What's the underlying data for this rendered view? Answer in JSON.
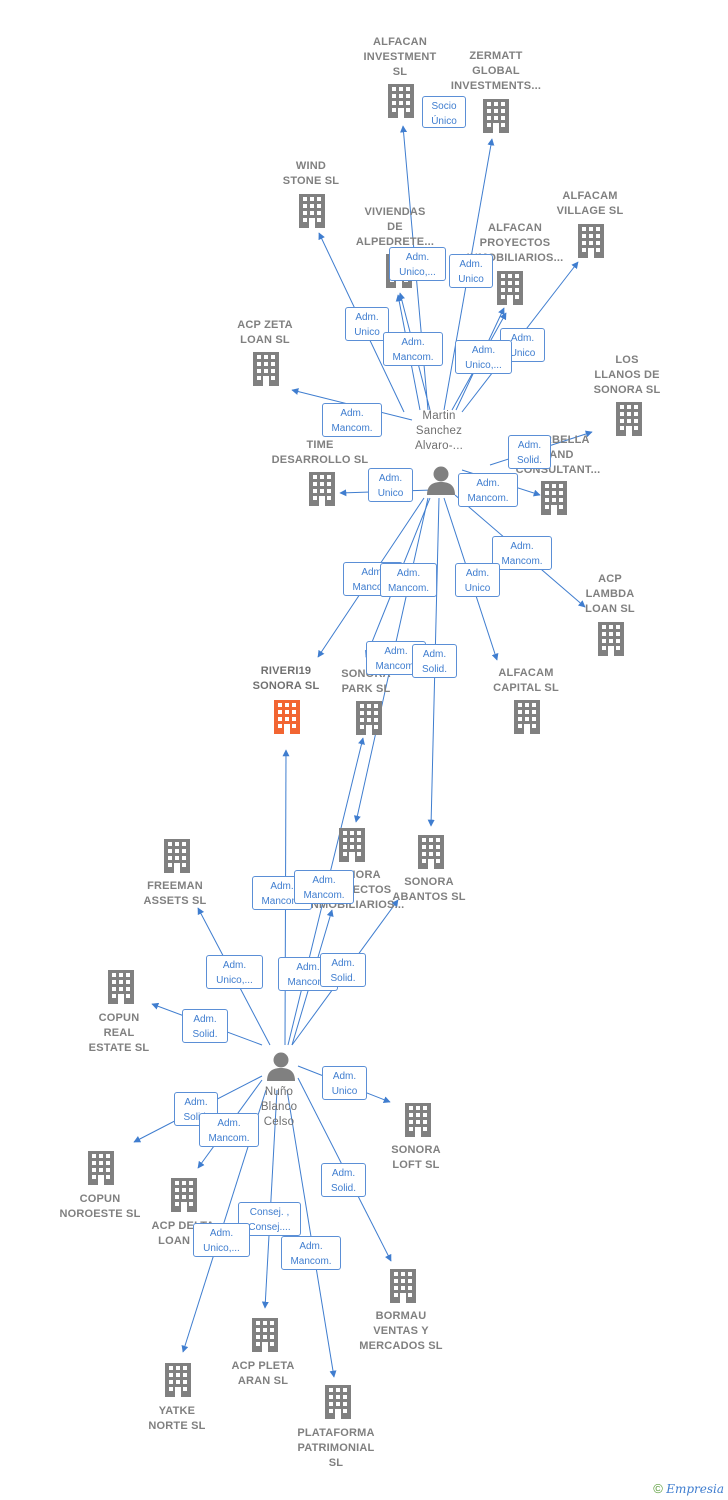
{
  "nodes": [
    {
      "id": "alfacan_inv",
      "label": "ALFACAN\nINVESTMENT\nSL",
      "type": "company"
    },
    {
      "id": "zermatt",
      "label": "ZERMATT\nGLOBAL\nINVESTMENTS...",
      "type": "company"
    },
    {
      "id": "wind_stone",
      "label": "WIND\nSTONE  SL",
      "type": "company"
    },
    {
      "id": "viviendas",
      "label": "VIVIENDAS\nDE\nALPEDRETE...",
      "type": "company"
    },
    {
      "id": "alfacan_proy",
      "label": "ALFACAN\nPROYECTOS\nINMOBILIARIOS...",
      "type": "company"
    },
    {
      "id": "alfacam_village",
      "label": "ALFACAM\nVILLAGE  SL",
      "type": "company"
    },
    {
      "id": "acp_zeta",
      "label": "ACP ZETA\nLOAN  SL",
      "type": "company"
    },
    {
      "id": "los_llanos",
      "label": "LOS\nLLANOS DE\nSONORA  SL",
      "type": "company"
    },
    {
      "id": "time_des",
      "label": "TIME\nDESARROLLO SL",
      "type": "company"
    },
    {
      "id": "marbella",
      "label": "MARBELLA\nLAND\nCONSULTANT...",
      "type": "company"
    },
    {
      "id": "acp_lambda",
      "label": "ACP\nLAMBDA\nLOAN  SL",
      "type": "company"
    },
    {
      "id": "riveri",
      "label": "RIVERI19\nSONORA  SL",
      "type": "focus"
    },
    {
      "id": "sonora_park",
      "label": "SONORA\nPARK  SL",
      "type": "company"
    },
    {
      "id": "alfacam_cap",
      "label": "ALFACAM\nCAPITAL  SL",
      "type": "company"
    },
    {
      "id": "sonora_proy",
      "label": "SONORA\nPROYECTOS\nINMOBILIARIOS...",
      "type": "company"
    },
    {
      "id": "sonora_abantos",
      "label": "SONORA\nABANTOS  SL",
      "type": "company"
    },
    {
      "id": "freeman",
      "label": "FREEMAN\nASSETS  SL",
      "type": "company"
    },
    {
      "id": "copun_real",
      "label": "COPUN\nREAL\nESTATE  SL",
      "type": "company"
    },
    {
      "id": "sonora_loft",
      "label": "SONORA\nLOFT  SL",
      "type": "company"
    },
    {
      "id": "copun_nor",
      "label": "COPUN\nNOROESTE  SL",
      "type": "company"
    },
    {
      "id": "acp_delta",
      "label": "ACP DELTA\nLOAN  SL",
      "type": "company"
    },
    {
      "id": "bormau",
      "label": "BORMAU\nVENTAS Y\nMERCADOS SL",
      "type": "company"
    },
    {
      "id": "acp_pleta",
      "label": "ACP PLETA\nARAN  SL",
      "type": "company"
    },
    {
      "id": "yatke",
      "label": "YATKE\nNORTE  SL",
      "type": "company"
    },
    {
      "id": "plataforma",
      "label": "PLATAFORMA\nPATRIMONIAL\nSL",
      "type": "company"
    },
    {
      "id": "martin",
      "label": "Martin\nSanchez\nAlvaro-...",
      "type": "person"
    },
    {
      "id": "nuno",
      "label": "Nuño\nBlanco\nCelso",
      "type": "person"
    }
  ],
  "edges": [
    {
      "from": "martin",
      "to": "alfacan_inv",
      "label": "Socio\nÚnico"
    },
    {
      "from": "martin",
      "to": "zermatt",
      "label": ""
    },
    {
      "from": "martin",
      "to": "wind_stone",
      "label": "Adm.\nUnico"
    },
    {
      "from": "martin",
      "to": "viviendas",
      "label": "Adm.\nUnico,..."
    },
    {
      "from": "martin",
      "to": "alfacan_proy",
      "label": "Adm.\nUnico"
    },
    {
      "from": "martin",
      "to": "alfacam_village",
      "label": "Adm.\nUnico"
    },
    {
      "from": "martin",
      "to": "viviendas",
      "label": "Adm.\nMancom."
    },
    {
      "from": "martin",
      "to": "alfacan_proy",
      "label": "Adm.\nUnico,..."
    },
    {
      "from": "martin",
      "to": "acp_zeta",
      "label": "Adm.\nMancom."
    },
    {
      "from": "martin",
      "to": "los_llanos",
      "label": "Adm.\nSolid."
    },
    {
      "from": "martin",
      "to": "time_des",
      "label": "Adm.\nUnico"
    },
    {
      "from": "martin",
      "to": "marbella",
      "label": "Adm.\nMancom."
    },
    {
      "from": "martin",
      "to": "acp_lambda",
      "label": "Adm.\nMancom."
    },
    {
      "from": "martin",
      "to": "riveri",
      "label": "Adm.\nMancom."
    },
    {
      "from": "martin",
      "to": "sonora_park",
      "label": "Adm.\nMancom."
    },
    {
      "from": "martin",
      "to": "alfacam_cap",
      "label": "Adm.\nUnico"
    },
    {
      "from": "martin",
      "to": "sonora_proy",
      "label": "Adm.\nMancom."
    },
    {
      "from": "martin",
      "to": "sonora_abantos",
      "label": "Adm.\nSolid."
    },
    {
      "from": "nuno",
      "to": "riveri",
      "label": "Adm.\nMancom."
    },
    {
      "from": "nuno",
      "to": "sonora_park",
      "label": "Adm.\nMancom."
    },
    {
      "from": "nuno",
      "to": "freeman",
      "label": "Adm.\nUnico,..."
    },
    {
      "from": "nuno",
      "to": "sonora_proy",
      "label": "Adm.\nMancom."
    },
    {
      "from": "nuno",
      "to": "sonora_abantos",
      "label": "Adm.\nSolid."
    },
    {
      "from": "nuno",
      "to": "copun_real",
      "label": "Adm.\nSolid."
    },
    {
      "from": "nuno",
      "to": "sonora_loft",
      "label": "Adm.\nUnico"
    },
    {
      "from": "nuno",
      "to": "copun_nor",
      "label": "Adm.\nSolid."
    },
    {
      "from": "nuno",
      "to": "acp_delta",
      "label": "Adm.\nMancom."
    },
    {
      "from": "nuno",
      "to": "bormau",
      "label": "Adm.\nSolid."
    },
    {
      "from": "nuno",
      "to": "acp_pleta",
      "label": "Consej. ,\nConsej...."
    },
    {
      "from": "nuno",
      "to": "yatke",
      "label": "Adm.\nUnico,..."
    },
    {
      "from": "nuno",
      "to": "plataforma",
      "label": "Adm.\nMancom."
    }
  ],
  "colors": {
    "company": "#808080",
    "focus": "#f26532",
    "person": "#808080",
    "edge": "#3f7dcf"
  },
  "footer": {
    "copyright": "©",
    "brand": "Empresia"
  }
}
